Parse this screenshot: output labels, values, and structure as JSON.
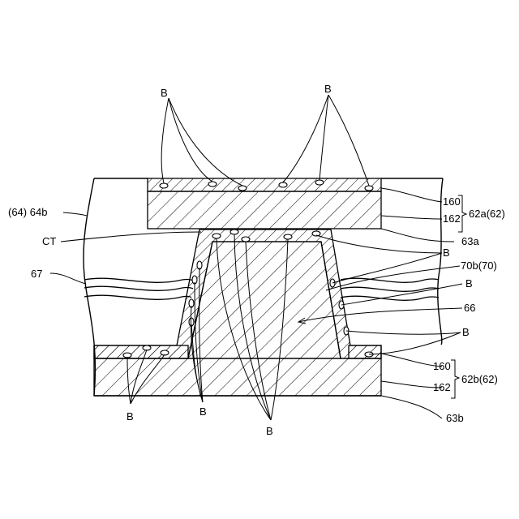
{
  "labels": {
    "b": "B",
    "ct": "CT",
    "board_ref": "(64) 64b",
    "n67": "67",
    "n160_top": "160",
    "n162_top": "162",
    "top_group": "62a(62)",
    "n63a": "63a",
    "n70b": "70b(70)",
    "n66": "66",
    "n160_bot": "160",
    "n162_bot": "162",
    "bot_group": "62b(62)",
    "n63b": "63b"
  }
}
